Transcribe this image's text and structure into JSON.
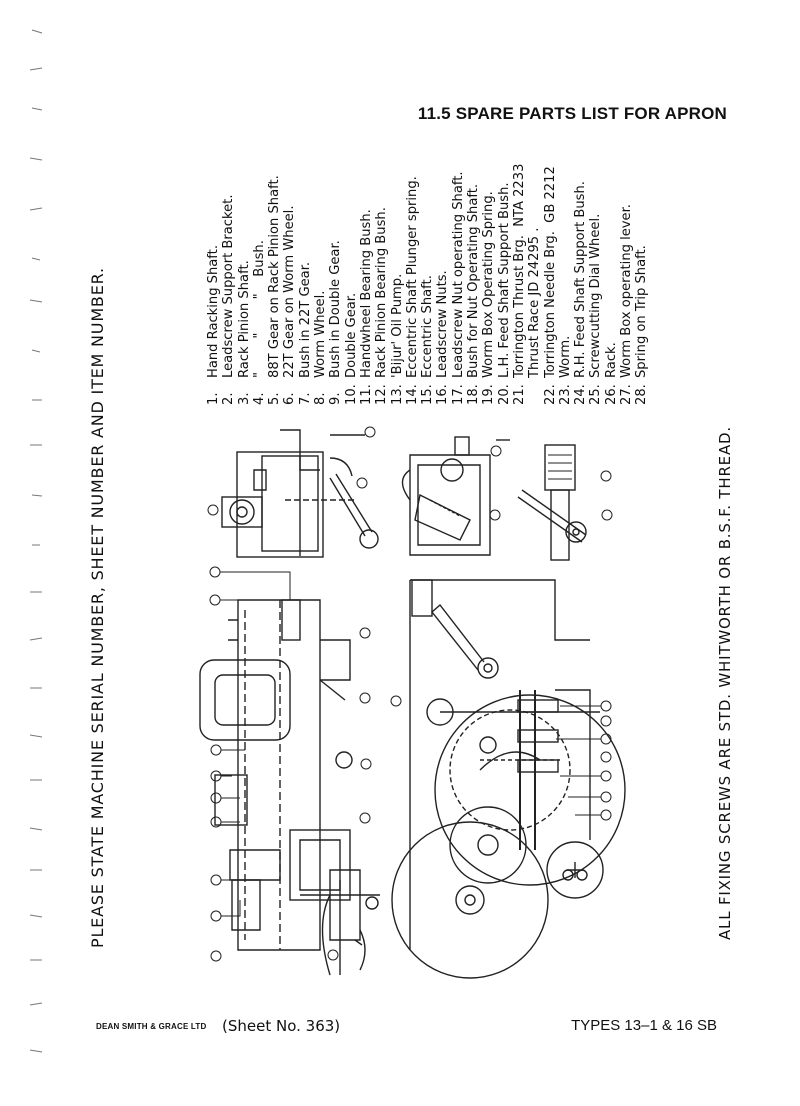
{
  "header": {
    "title": "11.5 SPARE PARTS LIST FOR APRON"
  },
  "notes": {
    "left": "PLEASE STATE MACHINE SERIAL NUMBER, SHEET NUMBER AND ITEM NUMBER.",
    "right": "ALL FIXING SCREWS ARE STD. WHITWORTH OR B.S.F. THREAD."
  },
  "parts": [
    {
      "num": "1.",
      "desc": "Hand Racking Shaft."
    },
    {
      "num": "2.",
      "desc": "Leadscrew Support Bracket."
    },
    {
      "num": "3.",
      "desc": "Rack Pinion Shaft."
    },
    {
      "num": "4.",
      "desc": "\"        \"        \"    Bush."
    },
    {
      "num": "5.",
      "desc": "88T Gear on Rack Pinion Shaft."
    },
    {
      "num": "6.",
      "desc": "22T Gear on Worm Wheel."
    },
    {
      "num": "7.",
      "desc": "Bush in 22T Gear."
    },
    {
      "num": "8.",
      "desc": "Worm Wheel."
    },
    {
      "num": "9.",
      "desc": "Bush in Double Gear."
    },
    {
      "num": "10.",
      "desc": "Double Gear."
    },
    {
      "num": "11.",
      "desc": "Handwheel Bearing Bush."
    },
    {
      "num": "12.",
      "desc": "Rack Pinion Bearing Bush."
    },
    {
      "num": "13.",
      "desc": "'Bijur' Oil Pump."
    },
    {
      "num": "14.",
      "desc": "Eccentric Shaft Plunger spring."
    },
    {
      "num": "15.",
      "desc": "Eccentric Shaft."
    },
    {
      "num": "16.",
      "desc": "Leadscrew Nuts."
    },
    {
      "num": "17.",
      "desc": "Leadscrew Nut operating Shaft."
    },
    {
      "num": "18.",
      "desc": "Bush for Nut Operating Shaft."
    },
    {
      "num": "19.",
      "desc": "Worm Box Operating Spring."
    },
    {
      "num": "20.",
      "desc": "L.H. Feed Shaft Support Bush."
    },
    {
      "num": "21.",
      "desc": "Torrington Thrust Brg.  NTA 2233"
    },
    {
      "num": "",
      "desc": "Thrust Race JD 24295 ."
    },
    {
      "num": "22.",
      "desc": "Torrington Needle Brg.  GB 2212"
    },
    {
      "num": "23.",
      "desc": "Worm."
    },
    {
      "num": "24.",
      "desc": "R.H. Feed Shaft Support Bush."
    },
    {
      "num": "25.",
      "desc": "Screwcutting Dial Wheel."
    },
    {
      "num": "26.",
      "desc": "Rack."
    },
    {
      "num": "27.",
      "desc": "Worm Box operating lever."
    },
    {
      "num": "28.",
      "desc": "Spring on Trip Shaft."
    }
  ],
  "footer": {
    "company": "DEAN SMITH & GRACE LTD",
    "sheet": "(Sheet No. 363)",
    "types": "TYPES 13–1 & 16 SB"
  }
}
